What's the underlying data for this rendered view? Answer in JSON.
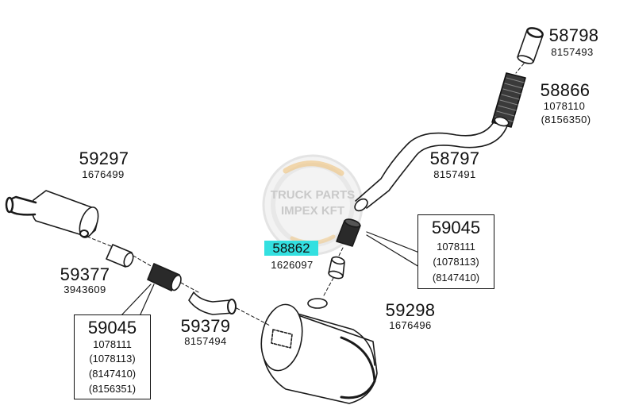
{
  "watermark": {
    "line1": "TRUCK PARTS",
    "line2": "IMPEX KFT"
  },
  "parts": {
    "p58798": {
      "code": "58798",
      "ref": "8157493"
    },
    "p58866": {
      "code": "58866",
      "ref1": "1078110",
      "ref2": "(8156350)"
    },
    "p58797": {
      "code": "58797",
      "ref": "8157491"
    },
    "p59297": {
      "code": "59297",
      "ref": "1676499"
    },
    "p59045_right": {
      "code": "59045",
      "refs": [
        "1078111",
        "(1078113)",
        "(8147410)"
      ]
    },
    "p58862": {
      "code": "58862",
      "ref": "1626097",
      "highlight_color": "#33E0E0"
    },
    "p59377": {
      "code": "59377",
      "ref": "3943609"
    },
    "p59298": {
      "code": "59298",
      "ref": "1676496"
    },
    "p59045_left": {
      "code": "59045",
      "refs": [
        "1078111",
        "(1078113)",
        "(8147410)",
        "(8156351)"
      ]
    },
    "p59379": {
      "code": "59379",
      "ref": "8157494"
    }
  }
}
